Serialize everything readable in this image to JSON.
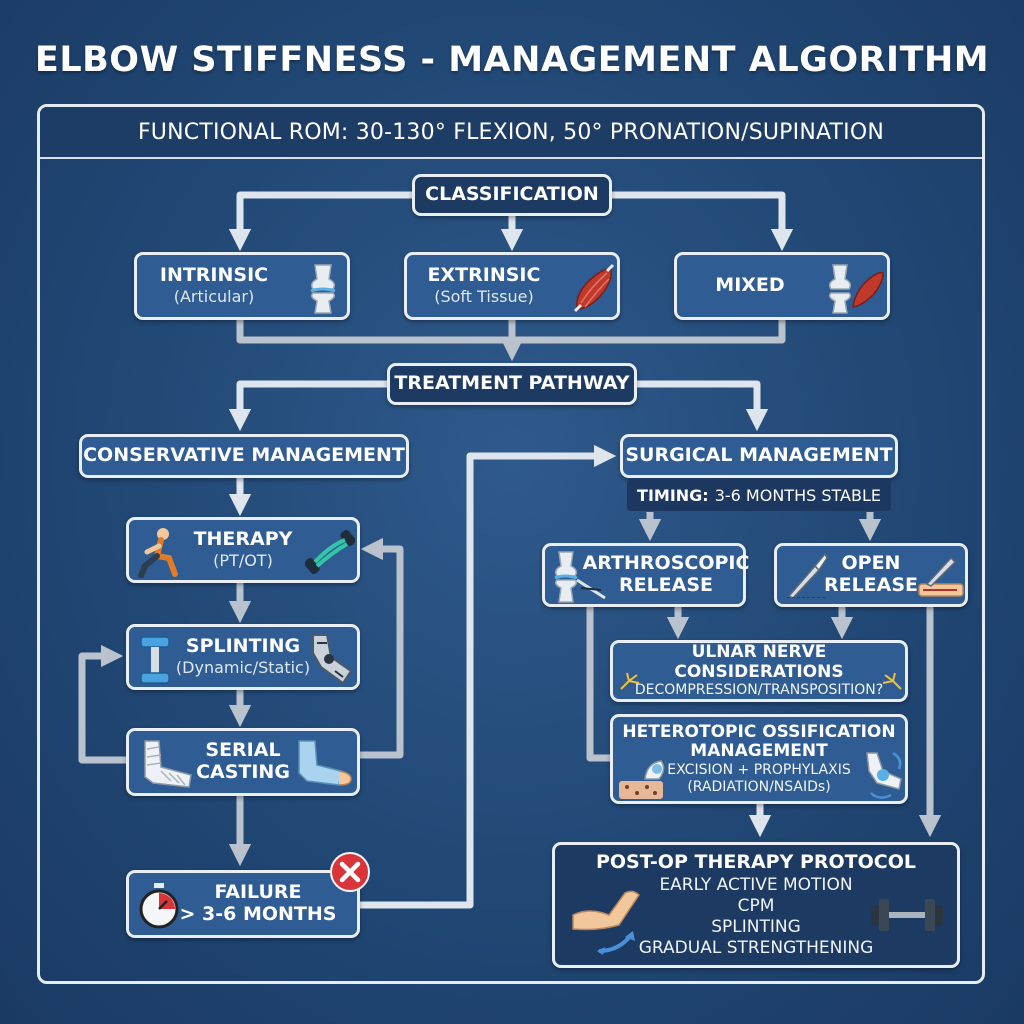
{
  "title": "ELBOW STIFFNESS - MANAGEMENT ALGORITHM",
  "functional_rom": "FUNCTIONAL ROM: 30-130° FLEXION, 50° PRONATION/SUPINATION",
  "classification": {
    "label": "CLASSIFICATION",
    "types": [
      {
        "title": "INTRINSIC",
        "subtitle": "(Articular)",
        "icon": "joint-icon"
      },
      {
        "title": "EXTRINSIC",
        "subtitle": "(Soft Tissue)",
        "icon": "muscle-icon"
      },
      {
        "title": "MIXED",
        "subtitle": "",
        "icon": "joint-muscle-icon"
      }
    ]
  },
  "treatment_pathway": "TREATMENT PATHWAY",
  "conservative": {
    "label": "CONSERVATIVE MANAGEMENT",
    "therapy": {
      "title": "THERAPY",
      "subtitle": "(PT/OT)"
    },
    "splinting": {
      "title": "SPLINTING",
      "subtitle": "(Dynamic/Static)"
    },
    "casting": {
      "line1": "SERIAL",
      "line2": "CASTING"
    },
    "failure": {
      "line1": "FAILURE",
      "line2": "> 3-6 MONTHS"
    }
  },
  "surgical": {
    "label": "SURGICAL MANAGEMENT",
    "timing_label": "TIMING:",
    "timing_value": "3-6 MONTHS STABLE",
    "arthroscopic": {
      "line1": "ARTHROSCOPIC",
      "line2": "RELEASE"
    },
    "open": {
      "line1": "OPEN",
      "line2": "RELEASE"
    },
    "ulnar": {
      "title": "ULNAR NERVE CONSIDERATIONS",
      "subtitle": "DECOMPRESSION/TRANSPOSITION?"
    },
    "ho": {
      "line1": "HETEROTOPIC OSSIFICATION",
      "line2": "MANAGEMENT",
      "line3": "EXCISION + PROPHYLAXIS",
      "line4": "(RADIATION/NSAIDs)"
    },
    "postop": {
      "title": "POST-OP THERAPY PROTOCOL",
      "items": [
        "EARLY ACTIVE MOTION",
        "CPM",
        "SPLINTING",
        "GRADUAL STRENGTHENING"
      ]
    }
  },
  "colors": {
    "background": "#244a78",
    "box_fill": "#2e5c93",
    "box_border": "#e9eef5",
    "arrow": "#d3dae3",
    "failure_badge": "#d9343a"
  }
}
